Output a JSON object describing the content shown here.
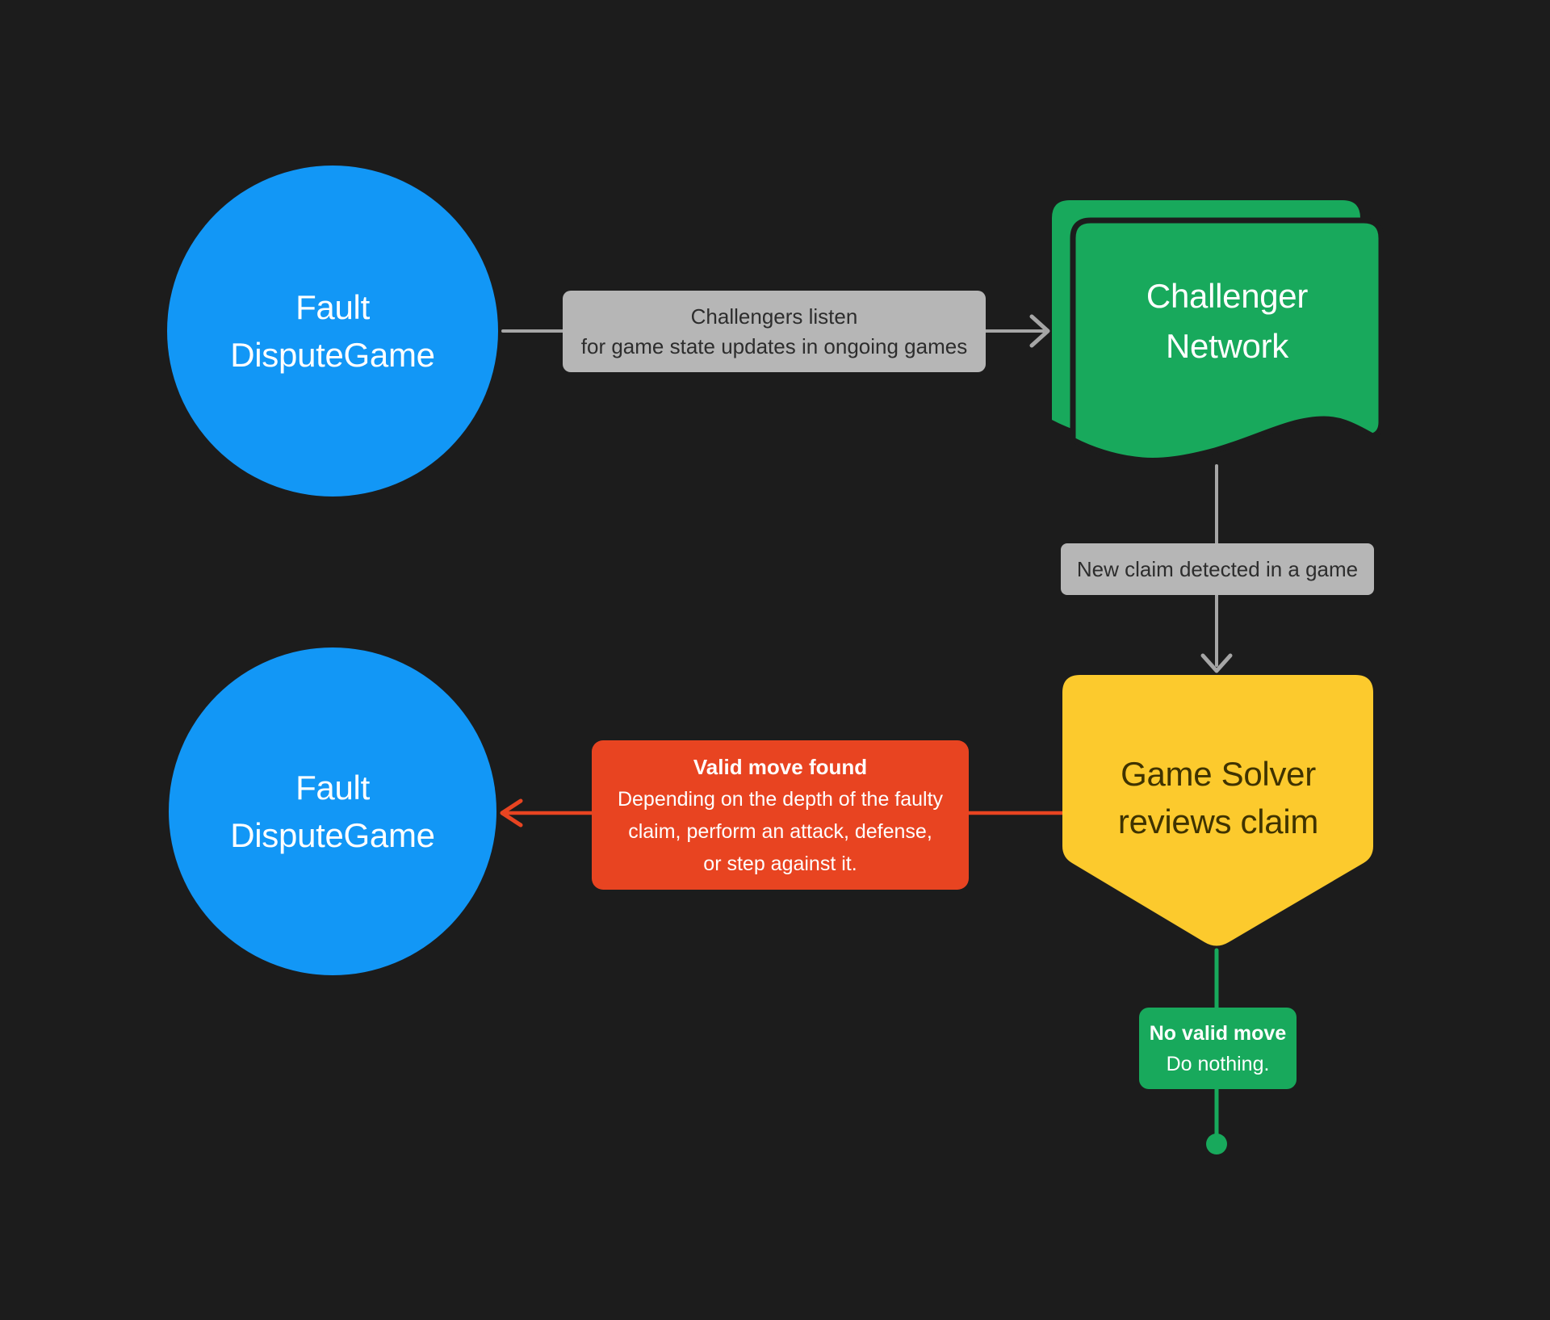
{
  "colors": {
    "background": "#1c1c1c",
    "blue": "#1297f6",
    "green": "#18a95c",
    "yellow": "#fcca2d",
    "red": "#e84421",
    "label_bg": "#b6b6b6",
    "label_text": "#2d2d2d",
    "arrow": "#a6a6a6",
    "pentagon_text": "#3f3300",
    "white": "#ffffff"
  },
  "nodes": {
    "fault_top": {
      "line1": "Fault",
      "line2": "DisputeGame"
    },
    "challenger_network": {
      "line1": "Challenger",
      "line2": "Network"
    },
    "game_solver": {
      "line1": "Game Solver",
      "line2": "reviews claim"
    },
    "fault_bottom": {
      "line1": "Fault",
      "line2": "DisputeGame"
    }
  },
  "labels": {
    "challengers_listen": {
      "line1": "Challengers listen",
      "line2": "for game state updates in ongoing games"
    },
    "new_claim": {
      "text": "New claim detected in a game"
    },
    "valid_move": {
      "title": "Valid move found",
      "line1": "Depending on the depth of the faulty",
      "line2": "claim, perform an attack, defense,",
      "line3": "or step against it."
    },
    "no_valid_move": {
      "title": "No valid move",
      "body": "Do nothing."
    }
  }
}
